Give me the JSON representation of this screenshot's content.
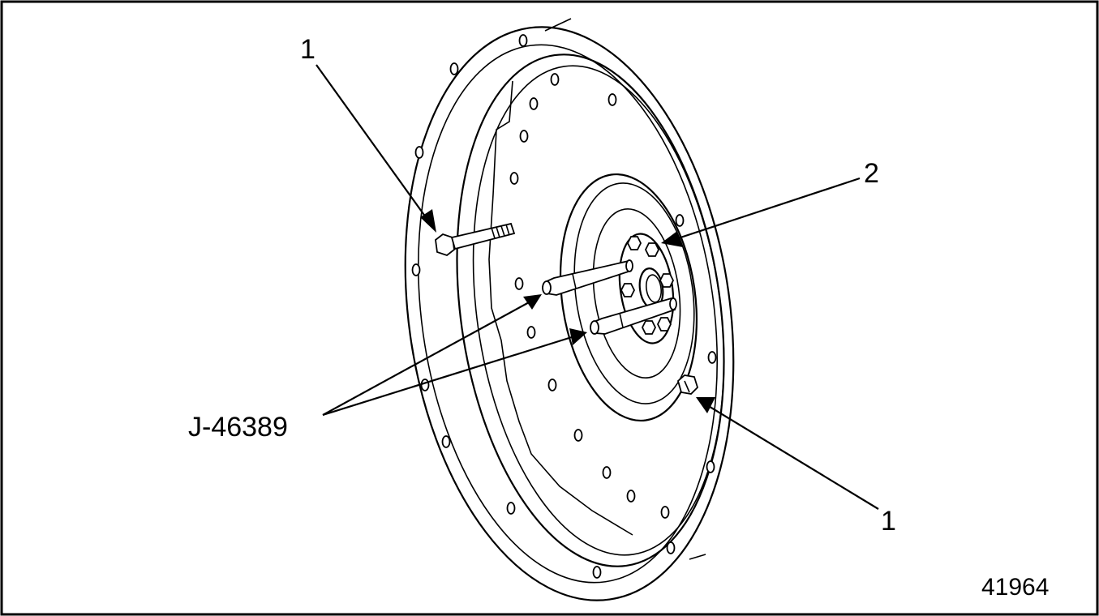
{
  "diagram": {
    "callouts": {
      "bolt_top": "1",
      "center_nut": "2",
      "bolt_bottom": "1",
      "tool": "J-46389"
    },
    "figure_number": "41964"
  }
}
